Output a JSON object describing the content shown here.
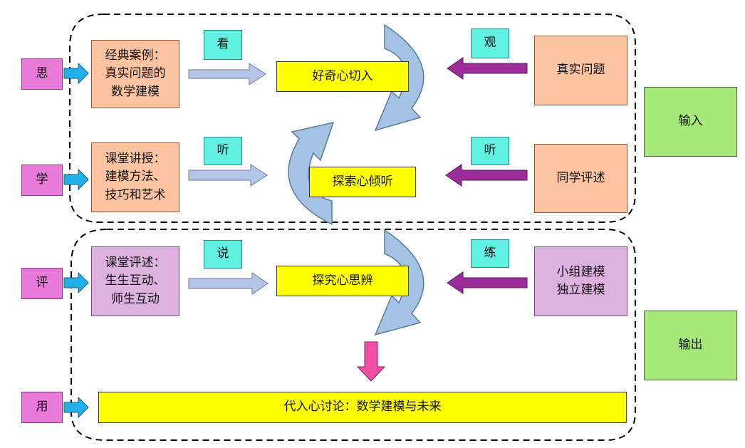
{
  "side_labels": [
    "思",
    "学",
    "评",
    "用"
  ],
  "left_boxes": [
    "经典案例：\n真实问题的\n数学建模",
    "课堂讲授：\n建模方法、\n技巧和艺术",
    "课堂评述：\n生生互动、\n师生互动"
  ],
  "mid_labels": [
    "看",
    "听",
    "说"
  ],
  "center_boxes": [
    "好奇心切入",
    "探索心倾听",
    "探究心思辨"
  ],
  "right_labels": [
    "观",
    "听",
    "练"
  ],
  "right_boxes": [
    "真实问题",
    "同学评述",
    "小组建模\n独立建模"
  ],
  "bottom_box": "代入心讨论：数学建模与未来",
  "io_boxes": [
    "输入",
    "输出"
  ],
  "colors": {
    "side": "#e879d8",
    "orange": "#fcc3a0",
    "lilac": "#dcb1de",
    "yellow": "#ffff00",
    "green": "#a6e87a",
    "cyan": "#5ff0e2",
    "light_arrow": "#b4c6e7",
    "purple_arrow": "#9b2d9b",
    "curve_arrow": "#a4c2e4",
    "pink_arrow": "#f04fa6",
    "blue_arrow": "#22b0e8"
  }
}
